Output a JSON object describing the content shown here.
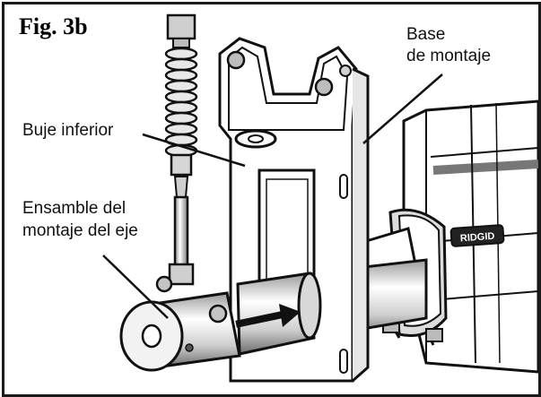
{
  "figure": {
    "label": "Fig. 3b",
    "callouts": {
      "base_line1": "Base",
      "base_line2": "de montaje",
      "bushing": "Buje inferior",
      "axle_line1": "Ensamble del",
      "axle_line2": "montaje del eje"
    },
    "brand_plate": "RIDGID",
    "colors": {
      "ink": "#111111",
      "background": "#ffffff",
      "shade": "#3a3a3a"
    }
  }
}
